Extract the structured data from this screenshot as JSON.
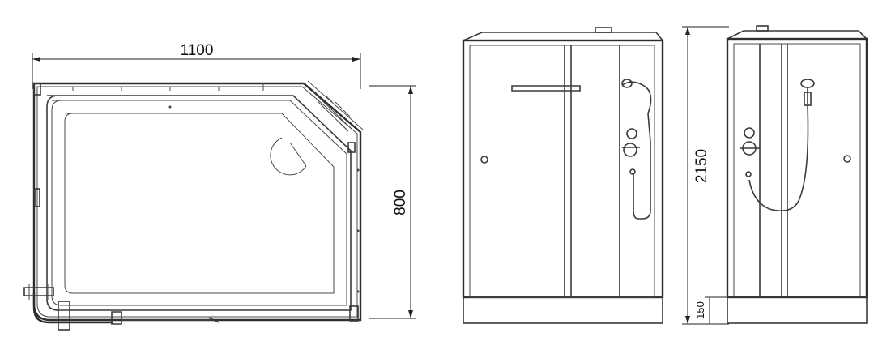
{
  "views": {
    "top": {
      "width": "1100",
      "depth": "800"
    },
    "side": {
      "height": "2150",
      "base_height": "150"
    }
  },
  "colors": {
    "line": "#3a3a3a",
    "dimension": "#222222",
    "background": "#ffffff"
  }
}
